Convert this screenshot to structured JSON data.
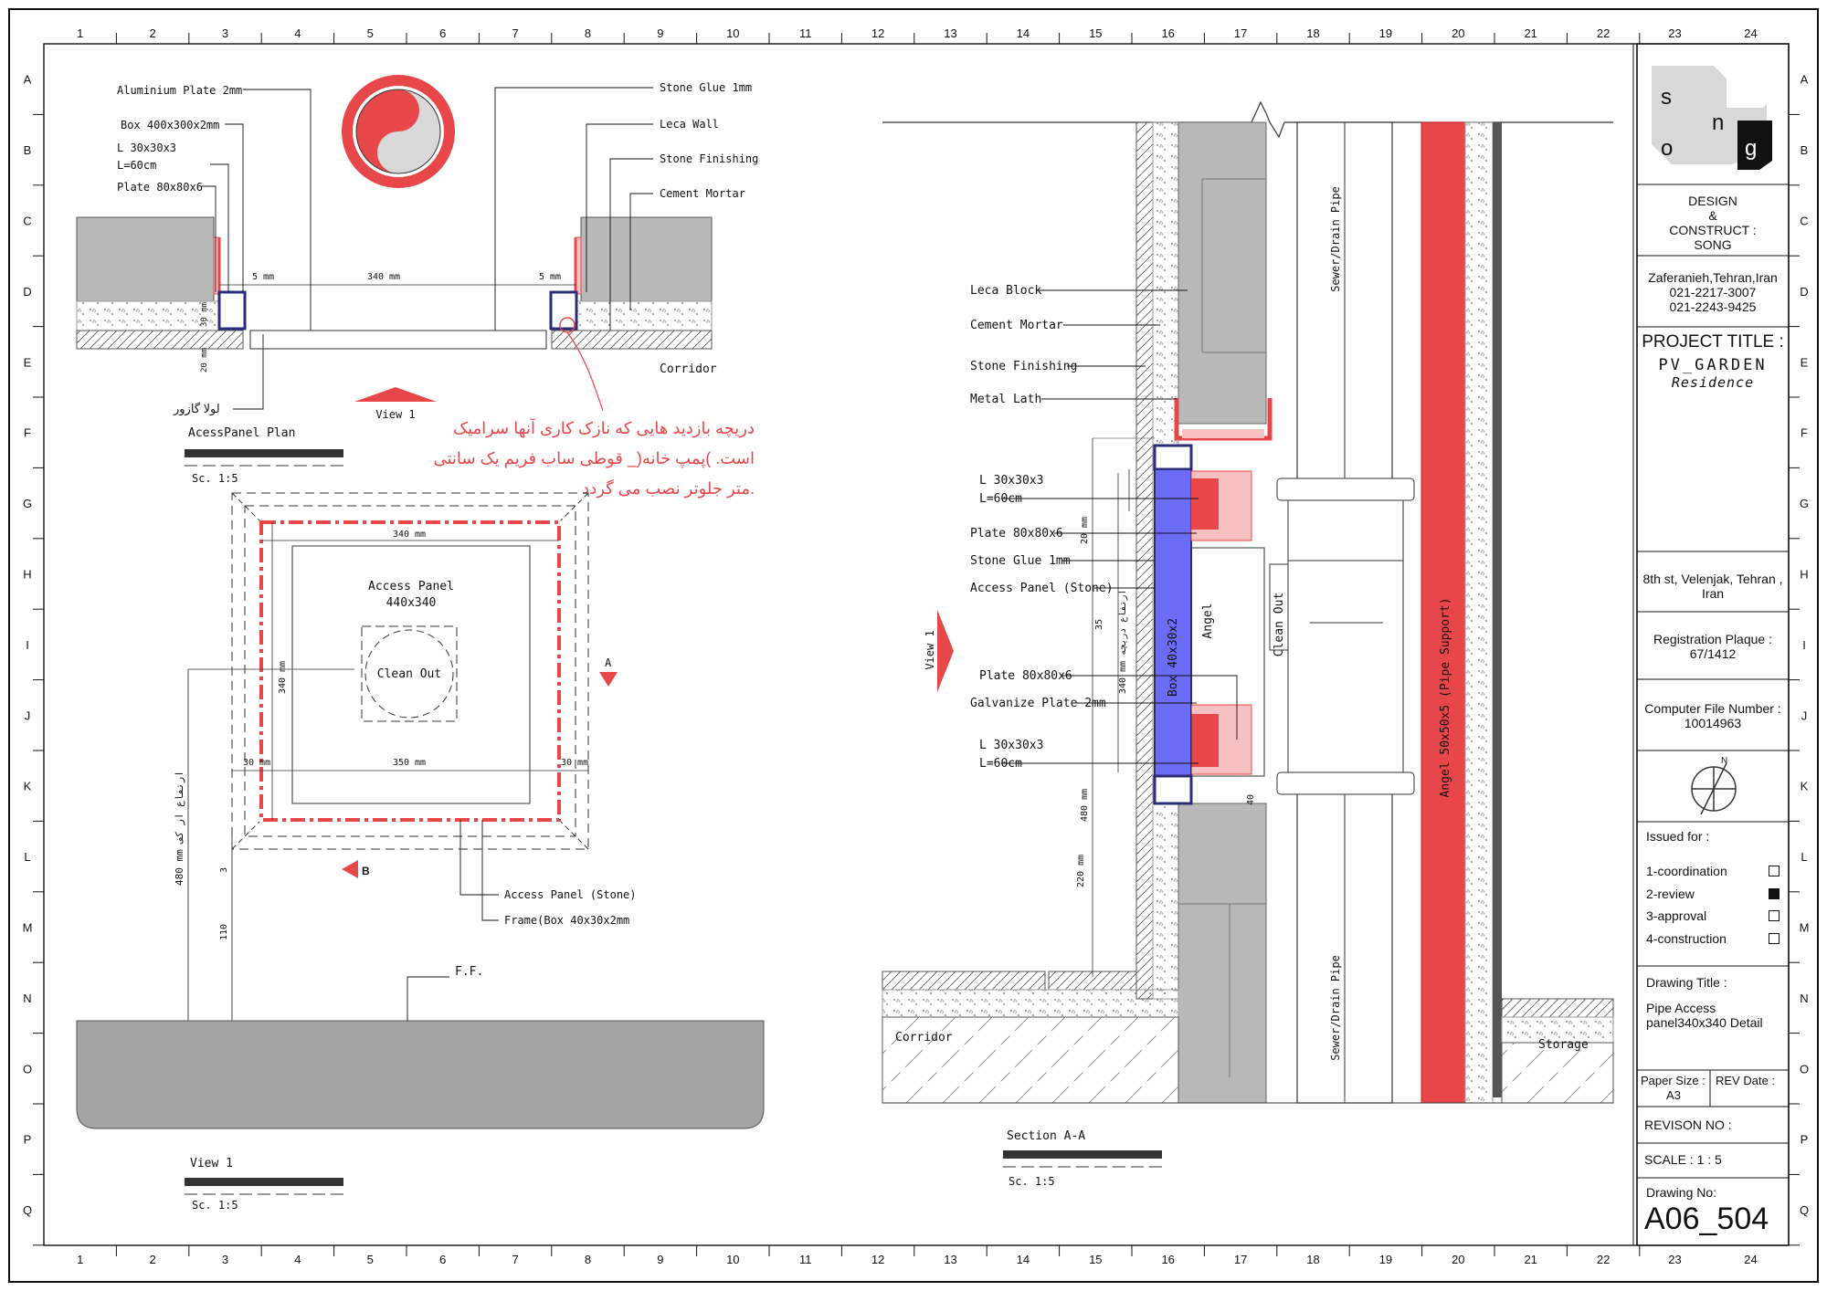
{
  "grid": {
    "cols_top": [
      "1",
      "2",
      "3",
      "4",
      "5",
      "6",
      "7",
      "8",
      "9",
      "10",
      "11",
      "12",
      "13",
      "14",
      "15",
      "16",
      "17",
      "18",
      "19",
      "20",
      "21",
      "22"
    ],
    "cols_tb": [
      "23",
      "24"
    ],
    "rows": [
      "A",
      "B",
      "C",
      "D",
      "E",
      "F",
      "G",
      "H",
      "I",
      "J",
      "K",
      "L",
      "M",
      "N",
      "O",
      "P",
      "Q"
    ]
  },
  "plan_labels": {
    "aluminium_plate": "Aluminium Plate 2mm",
    "box": "Box 400x300x2mm",
    "angle": "L 30x30x3",
    "angle_len": "L=60cm",
    "plate": "Plate 80x80x6",
    "stone_glue": "Stone Glue 1mm",
    "leca_wall": "Leca Wall",
    "stone_finishing": "Stone Finishing",
    "cement_mortar": "Cement Mortar",
    "corridor": "Corridor",
    "hinge": "لولا گازور",
    "view1": "View 1",
    "plan_title": "AcessPanel Plan",
    "plan_scale": "Sc. 1:5",
    "dim_340": "340 mm",
    "dim_5a": "5 mm",
    "dim_5b": "5 mm",
    "dim_30": "30 mm",
    "dim_20": "20 mm"
  },
  "note_fa": [
    "دریچه بازدید هایی که نازک کاری آنها سرامیک",
    "است. )پمپ خانه(_ قوطی ساب فریم یک سانتی",
    "متر جلوتر نصب می گردد."
  ],
  "view1_labels": {
    "access_panel": "Access Panel",
    "size": "440x340",
    "clean_out": "Clean Out",
    "section_a": "A",
    "section_b": "B",
    "access_panel_stone": "Access Panel (Stone)",
    "frame": "Frame(Box 40x30x2mm",
    "ff": "F.F.",
    "title": "View 1",
    "scale": "Sc. 1:5",
    "dim_340": "340 mm",
    "dim_340v": "340 mm",
    "dim_30a": "30 mm",
    "dim_30b": "30 mm",
    "dim_350": "350 mm",
    "dim_height": "480 mm ارتفاع از کف",
    "dim_110": "110",
    "dim_3": "3"
  },
  "section_labels": {
    "leca_block": "Leca Block",
    "cement_mortar": "Cement Mortar",
    "stone_finishing": "Stone Finishing",
    "metal_lath": "Metal Lath",
    "angle": "L 30x30x3",
    "angle_len": "L=60cm",
    "plate": "Plate 80x80x6",
    "stone_glue": "Stone Glue 1mm",
    "access_panel_stone": "Access Panel (Stone)",
    "plate2": "Plate 80x80x6",
    "galvanize": "Galvanize Plate 2mm",
    "angle2": "L 30x30x3",
    "angle2_len": "L=60cm",
    "view1": "View 1",
    "box": "Box 40x30x2",
    "angel": "Angel",
    "clean_out": "Clean Out",
    "sewer1": "Sewer/Drain Pipe",
    "sewer2": "Sewer/Drain Pipe",
    "angel_support": "Angel 50x50x5 (Pipe Support)",
    "corridor": "Corridor",
    "storage": "Storage",
    "title": "Section A-A",
    "scale": "Sc. 1:5",
    "dim_20": "20 mm",
    "dim_panel": "340 mm ارتفاع دریچه",
    "dim_35": "35",
    "dim_480": "480 mm",
    "dim_220": "220 mm",
    "dim_40": "40"
  },
  "title_block": {
    "logo_letters": [
      "s",
      "o",
      "n",
      "g"
    ],
    "design": [
      "DESIGN",
      "&",
      "CONSTRUCT :",
      "SONG"
    ],
    "address": [
      "Zaferanieh,Tehran,Iran",
      "021-2217-3007",
      "021-2243-9425"
    ],
    "project_title": "PROJECT TITLE :",
    "project_name": "PV_GARDEN",
    "project_sub": "Residence",
    "site": "8th st, Velenjak, Tehran , Iran",
    "plaque_label": "Registration Plaque :",
    "plaque": "67/1412",
    "file_label": "Computer File Number :",
    "file": "10014963",
    "north_label": "N",
    "issued_for": "Issued for :",
    "issues": [
      {
        "label": "1-coordination",
        "checked": false
      },
      {
        "label": "2-review",
        "checked": true
      },
      {
        "label": "3-approval",
        "checked": false
      },
      {
        "label": "4-construction",
        "checked": false
      }
    ],
    "drawing_title_label": "Drawing Title :",
    "drawing_title": [
      "Pipe Access",
      "panel340x340 Detail"
    ],
    "paper_label": "Paper Size :",
    "paper": "A3",
    "rev_date_label": "REV Date :",
    "revision": "REVISON NO  :",
    "scale": "SCALE :    1 : 5",
    "drawing_no_label": "Drawing No:",
    "drawing_no": "A06_504"
  },
  "colors": {
    "red": "#e8474a",
    "pink": "#f7c1c2",
    "blue": "#6b6cf5",
    "grey": "#b9b9b9",
    "dark_grey": "#a4a4a4",
    "navy": "#2c2c7a"
  }
}
